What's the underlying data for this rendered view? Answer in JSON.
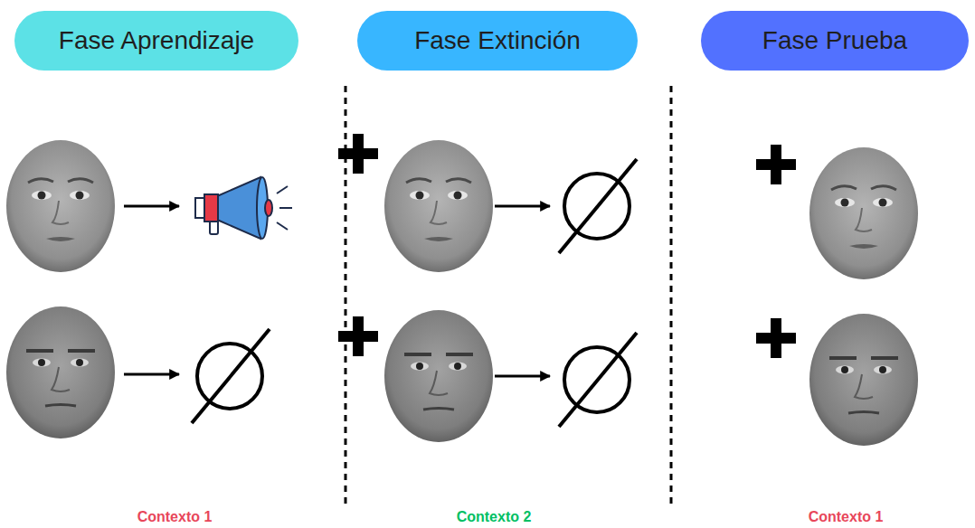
{
  "diagram": {
    "nodes": [
      {
        "text": [
          "Fase Aprendizaje"
        ]
      },
      {
        "text": [
          "Fase Extinción"
        ]
      },
      {
        "text": [
          "Fase Prueba"
        ]
      }
    ],
    "edges": [],
    "labels": [
      "Contexto 1",
      "Contexto 2",
      "Contexto 1"
    ]
  }
}
